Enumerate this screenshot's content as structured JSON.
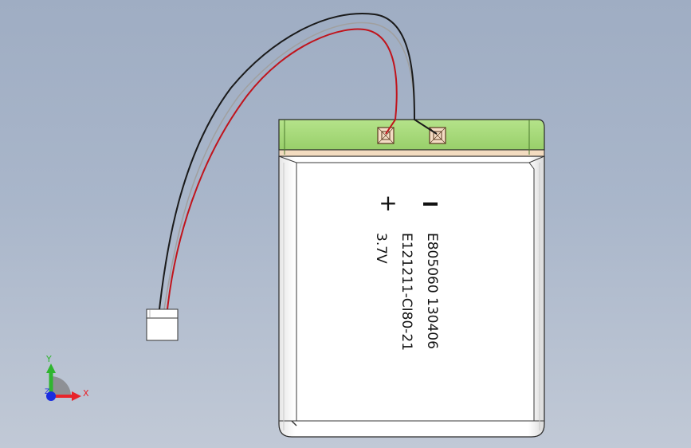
{
  "viewport": {
    "background_top": "#9fadc3",
    "background_bottom": "#c1c9d6"
  },
  "battery": {
    "plus_symbol": "+",
    "minus_symbol": "−",
    "line1": "E805060 130406",
    "line2": "E121211-CI80-21",
    "line3": "3.7V",
    "tab_strip_color": "#a6d979",
    "body_color": "#ffffff"
  },
  "wires": {
    "positive_color": "#c0141c",
    "negative_color": "#1a1a1a",
    "sheath_color": "#a0a0a0"
  },
  "triad": {
    "x_label": "X",
    "y_label": "Y",
    "z_label": "Z",
    "x_color": "#e8242b",
    "y_color": "#2fb52f",
    "z_color": "#1a2de0"
  }
}
